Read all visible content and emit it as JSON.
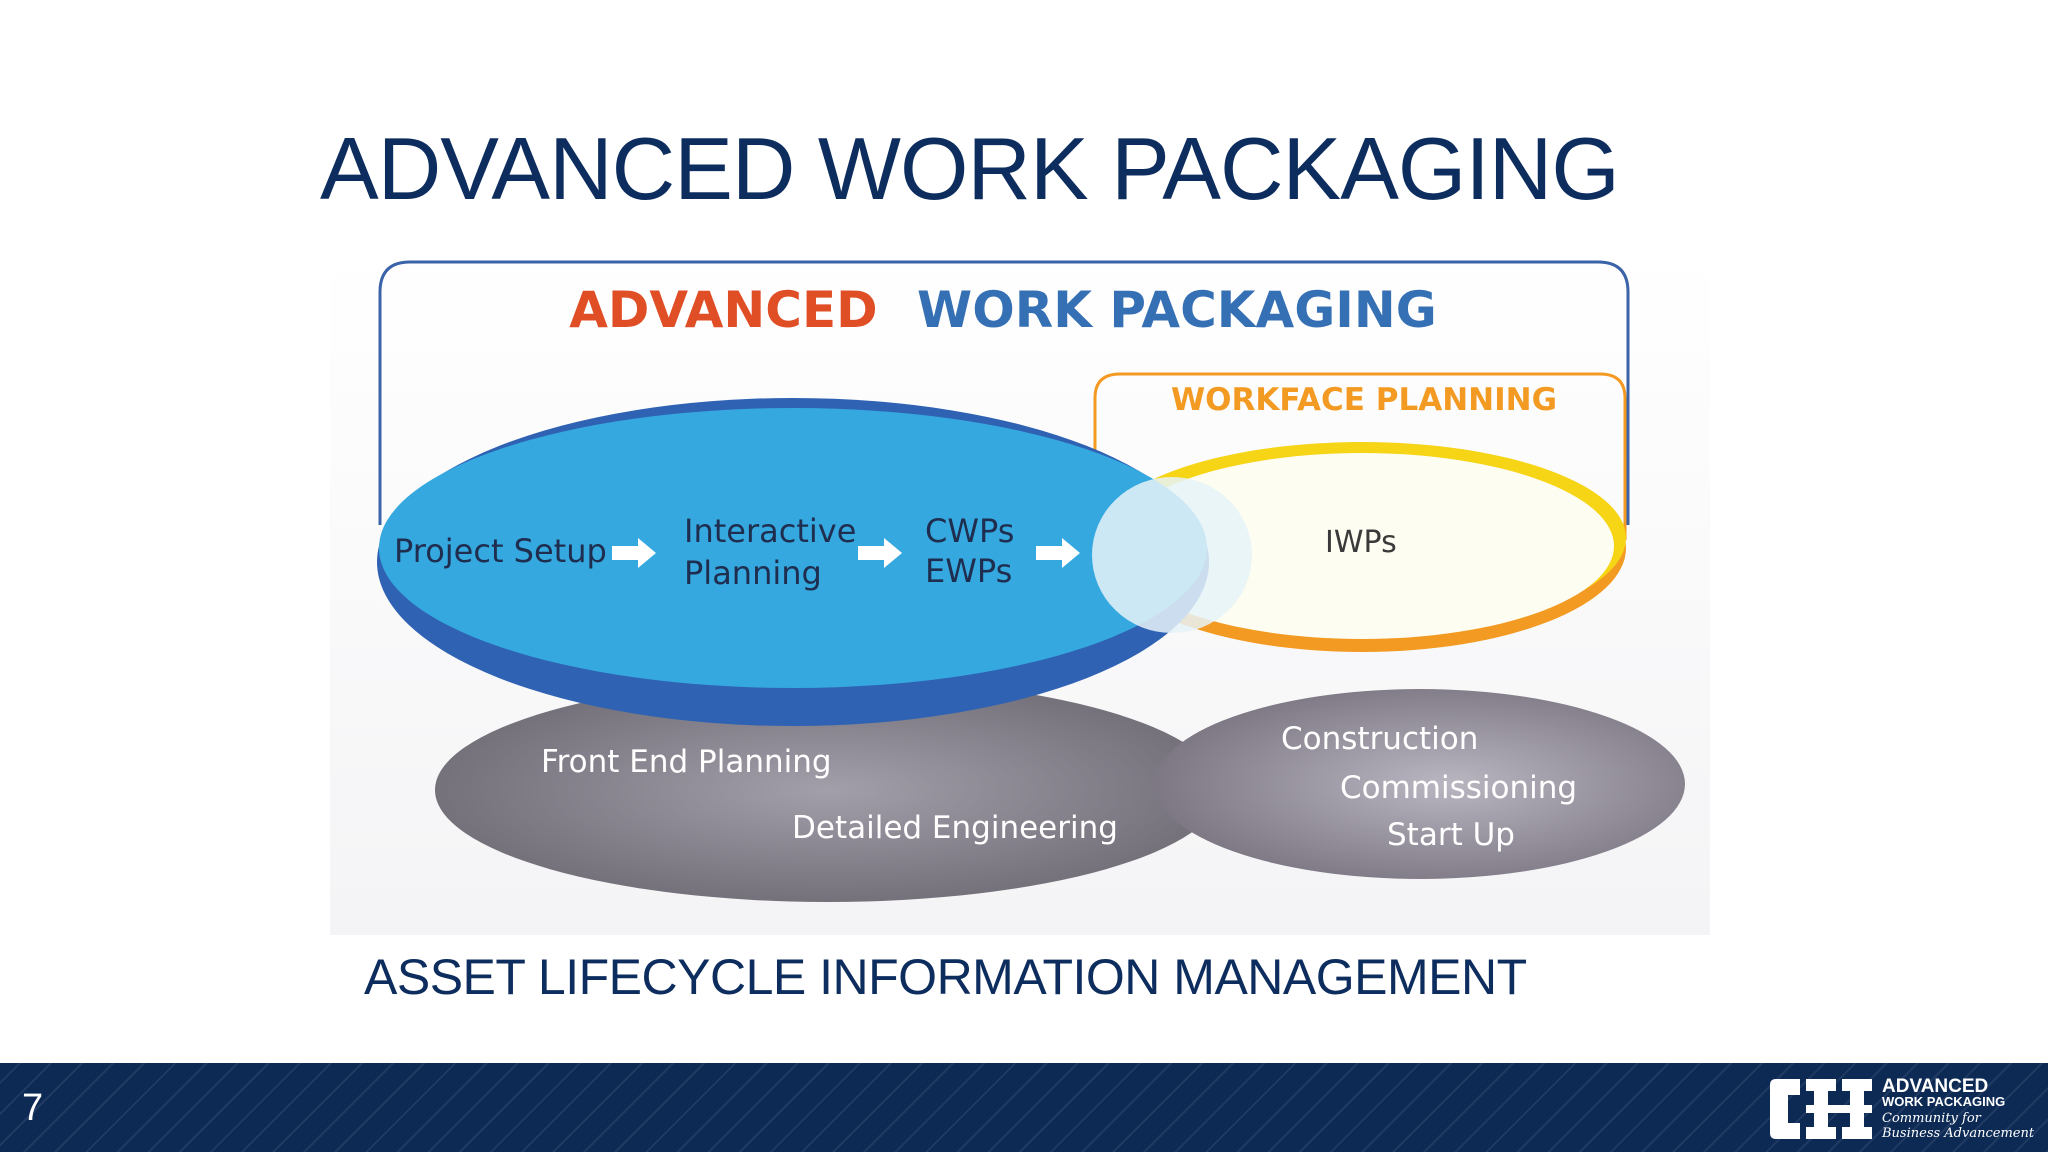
{
  "slide": {
    "title": "ADVANCED WORK PACKAGING",
    "subtitle": "ASSET LIFECYCLE INFORMATION MANAGEMENT",
    "page_number": "7"
  },
  "diagram": {
    "heading_left": "ADVANCED",
    "heading_right": "WORK PACKAGING",
    "workface_heading": "WORKFACE PLANNING",
    "steps": [
      {
        "lines": [
          "Project Setup"
        ]
      },
      {
        "lines": [
          "Interactive",
          "Planning"
        ]
      },
      {
        "lines": [
          "CWPs",
          "EWPs"
        ]
      }
    ],
    "iwps": "IWPs",
    "lower_left": [
      "Front End Planning",
      "Detailed Engineering"
    ],
    "lower_right": [
      "Construction",
      "Commissioning",
      "Start Up"
    ],
    "colors": {
      "heading_orange": "#e04e26",
      "heading_blue": "#3670b4",
      "blue_ellipse": "#35a8e0",
      "blue_ellipse_rim": "#2f62b3",
      "yellow_ring": "#f6d416",
      "orange_ring": "#f39a22",
      "gray_ellipse": "#7e7a84",
      "navy": "#0d2d5e"
    }
  },
  "logo": {
    "mark": "CII",
    "title_line1": "ADVANCED",
    "title_line2": "WORK PACKAGING",
    "tagline1": "Community for",
    "tagline2": "Business Advancement"
  }
}
